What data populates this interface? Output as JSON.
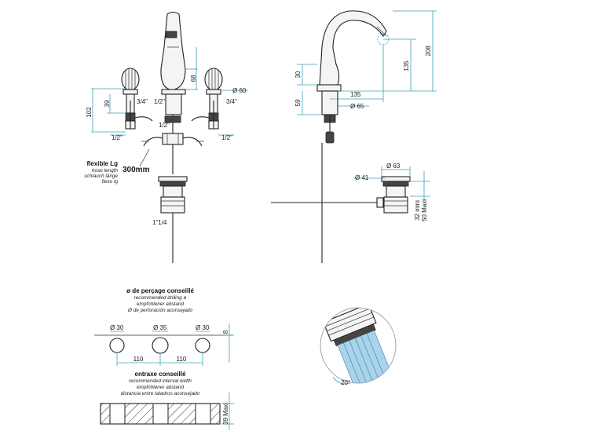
{
  "front_view": {
    "dim_spout_height": "68",
    "dim_spout_dia": "Ø 60",
    "dim_102": "102",
    "dim_39": "39",
    "thread_left": "3/4\"",
    "thread_right": "3/4\"",
    "thread_center": "1/2\"",
    "thread_center_low": "1/2\"",
    "thread_bottom_left": "1/2\"",
    "thread_bottom_right": "1/2\"",
    "waste_thread": "1\"1/4",
    "flex_title": "flexible Lg",
    "flex_lines": [
      "hose length",
      "schlauch länge",
      "flexo lg"
    ],
    "flex_length": "300mm"
  },
  "side_view": {
    "dim_208": "208",
    "dim_135_v": "135",
    "dim_30": "30",
    "dim_59": "59",
    "dim_135_h": "135",
    "dim_65": "Ø 65",
    "dim_63": "Ø 63",
    "dim_41": "Ø 41",
    "dim_32_50_a": "32 mini",
    "dim_32_50_b": "50 Maxi"
  },
  "drilling": {
    "title": "ø de perçage conseillé",
    "lines": [
      "recommended drilling ø",
      "empfohlener abstand",
      "Ø de perforación aconsejado"
    ],
    "hole_left": "Ø 30",
    "hole_center": "Ø 35",
    "hole_right": "Ø 30",
    "interval_1": "110",
    "interval_2": "110",
    "dim_right_top": "8"
  },
  "interval": {
    "title": "entraxe conseillé",
    "lines": [
      "recommended interval width",
      "empfohlener abstand",
      "distancia entre taladros aconsejado"
    ],
    "dim_maxi": "39 Maxi"
  },
  "detail": {
    "angle": "20°"
  },
  "colors": {
    "dimension": "#3aa0b5",
    "water": "#a9d3ea"
  }
}
